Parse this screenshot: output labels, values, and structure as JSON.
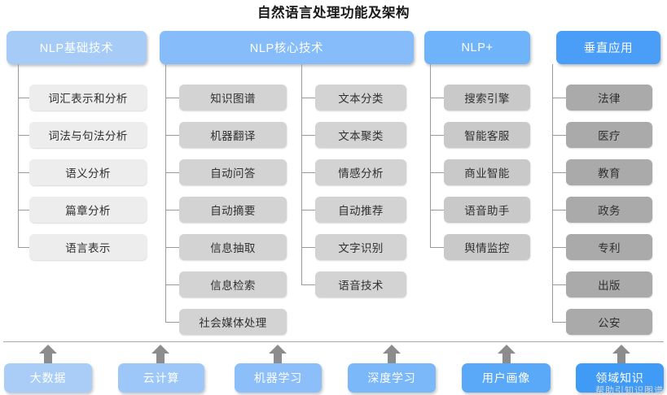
{
  "title": "自然语言处理功能及架构",
  "colors": {
    "header_basic": "#a6cbf6",
    "header_core": "#86bcf9",
    "header_plus": "#6fb3fb",
    "header_vertical": "#4a9ef7",
    "item_light": "#ededee",
    "item_mid": "#d3d3d3",
    "item_dark": "#aaaaaa",
    "line": "#9a9a9a",
    "arrow": "#8c8c8c",
    "title_text": "#1a1a1a"
  },
  "columns": [
    {
      "id": "nlp-basic",
      "header": "NLP基础技术",
      "items": [
        "词汇表示和分析",
        "词法与句法分析",
        "语义分析",
        "篇章分析",
        "语言表示"
      ]
    },
    {
      "id": "nlp-core",
      "header": "NLP核心技术",
      "items_left": [
        "知识图谱",
        "机器翻译",
        "自动问答",
        "自动摘要",
        "信息抽取",
        "信息检索",
        "社会媒体处理"
      ],
      "items_right": [
        "文本分类",
        "文本聚类",
        "情感分析",
        "自动推荐",
        "文字识别",
        "语音技术"
      ]
    },
    {
      "id": "nlp-plus",
      "header": "NLP+",
      "items": [
        "搜索引擎",
        "智能客服",
        "商业智能",
        "语音助手",
        "舆情监控"
      ]
    },
    {
      "id": "vertical-app",
      "header": "垂直应用",
      "items": [
        "法律",
        "医疗",
        "教育",
        "政务",
        "专利",
        "出版",
        "公安"
      ]
    }
  ],
  "foundation": {
    "items": [
      {
        "label": "大数据",
        "color": "#a9cdf7"
      },
      {
        "label": "云计算",
        "color": "#9cc7f8"
      },
      {
        "label": "机器学习",
        "color": "#8cbef9"
      },
      {
        "label": "深度学习",
        "color": "#7ab8fa"
      },
      {
        "label": "用户画像",
        "color": "#5aa8f8"
      },
      {
        "label": "领域知识",
        "color": "#3f9bf6"
      }
    ]
  },
  "watermark": "帮助引知识图谱"
}
